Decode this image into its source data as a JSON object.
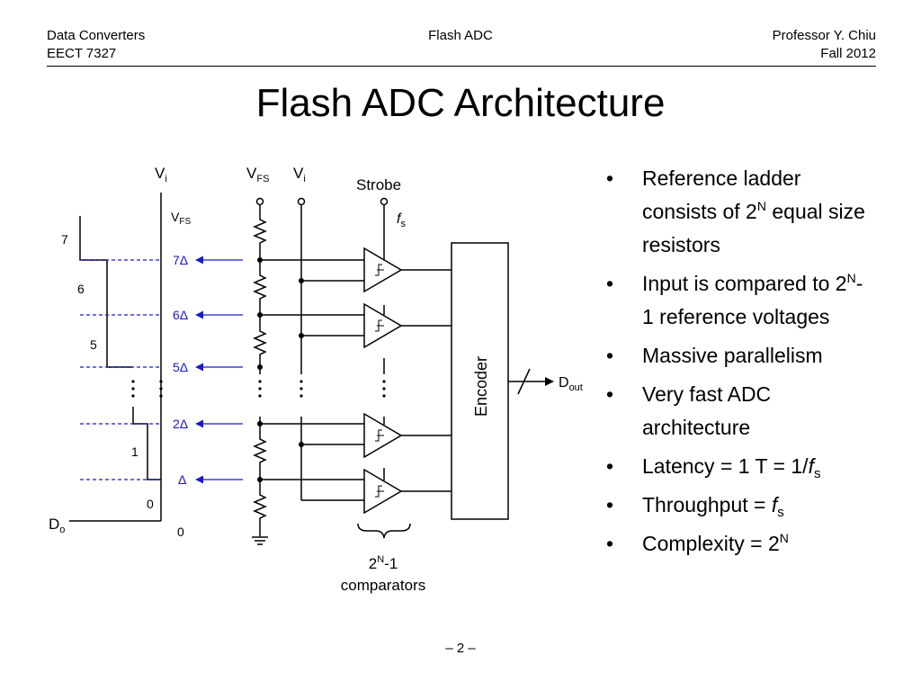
{
  "header": {
    "left_line1": "Data Converters",
    "left_line2": "EECT 7327",
    "center": "Flash ADC",
    "right_line1": "Professor Y. Chiu",
    "right_line2": "Fall 2012"
  },
  "title": "Flash ADC Architecture",
  "diagram": {
    "transfer_curve": {
      "y_axis_label": "V",
      "y_axis_label_sub": "i",
      "x_axis_label": "D",
      "x_axis_label_sub": "o",
      "top_label": "V",
      "top_label_sub": "FS",
      "output_codes": [
        "7",
        "6",
        "5",
        "1",
        "0"
      ],
      "threshold_labels": [
        "7Δ",
        "6Δ",
        "5Δ",
        "2Δ",
        "Δ"
      ],
      "bottom_label": "0"
    },
    "ladder": {
      "vfs_label": "V",
      "vfs_label_sub": "FS",
      "vi_label": "V",
      "vi_label_sub": "i",
      "strobe_label": "Strobe",
      "fs_label": "f",
      "fs_label_sub": "s"
    },
    "encoder_label": "Encoder",
    "dout_label": "D",
    "dout_label_sub": "out",
    "comparators_count_label": "2",
    "comparators_count_sup": "N",
    "comparators_count_tail": "-1",
    "comparators_label": "comparators",
    "colors": {
      "threshold": "#1a1acc",
      "line": "#000000"
    }
  },
  "bullets": {
    "marker": "•",
    "b1": {
      "a": "Reference ladder consists of 2",
      "sup": "N",
      "b": " equal size resistors"
    },
    "b2": {
      "a": "Input is compared to 2",
      "sup": "N",
      "b": "-1 reference voltages"
    },
    "b3": {
      "a": "Massive parallelism"
    },
    "b4": {
      "a": "Very fast ADC architecture"
    },
    "b5": {
      "a": "Latency = 1 T = 1/",
      "f": "f",
      "sub": "s"
    },
    "b6": {
      "a": "Throughput = ",
      "f": "f",
      "sub": "s"
    },
    "b7": {
      "a": "Complexity = 2",
      "sup": "N"
    }
  },
  "page_number": "– 2 –"
}
